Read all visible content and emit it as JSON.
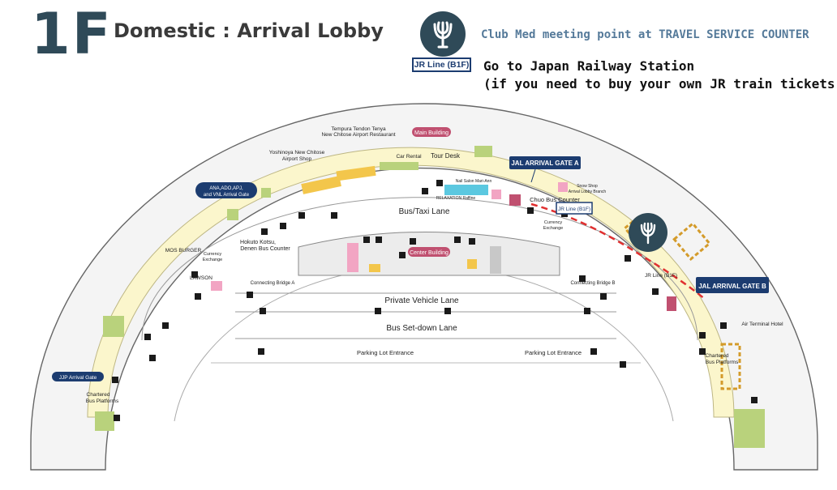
{
  "header": {
    "floor": "1F",
    "title": "Domestic : Arrival Lobby",
    "meeting_point": "Club Med meeting point at TRAVEL SERVICE COUNTER",
    "jr_badge": "JR Line (B1F)",
    "jr_instruction_1": "Go to Japan Railway Station",
    "jr_instruction_2": "(if you need to buy your own JR train tickets"
  },
  "colors": {
    "brand_navy": "#2f4a58",
    "callout_navy": "#1c3c70",
    "building_pink": "#c05070",
    "shop_yellow": "#f3c64b",
    "shop_green": "#b9d27c",
    "relax_blue": "#5bc8e0",
    "route_red": "#e03030"
  },
  "map": {
    "labels": {
      "main_building": "Main Building",
      "center_building": "Center Building",
      "jal_gate_a": "JAL ARRIVAL GATE A",
      "jal_gate_b": "JAL ARRIVAL GATE B",
      "ana_gate_1": "ANA,ADO,APJ,",
      "ana_gate_2": "and VNL Arrival Gate",
      "jjp_gate": "JJP Arrival Gate",
      "tempura_1": "Tempura Tendon Tenya",
      "tempura_2": "New Chitose Airport Restaurant",
      "yoshinoya_1": "Yoshinoya New Chitose",
      "yoshinoya_2": "Airport Shop",
      "car_rental": "Car Rental",
      "tour_desk": "Tour Desk",
      "nail_salon": "Nail Salon Mari-Ann",
      "relaxation": "RELAXATION Raffine",
      "snow_shop_1": "Snow Shop",
      "snow_shop_2": "Arrival Lobby Branch",
      "chuo_bus": "Chuo Bus Counter",
      "jr_line_upper": "JR Line (B1F)",
      "jr_line_lower": "JR Line (B1F)",
      "currency_right_1": "Currency",
      "currency_right_2": "Exchange",
      "currency_left_1": "Currency",
      "currency_left_2": "Exchange",
      "bus_taxi_lane": "Bus/Taxi Lane",
      "private_vehicle_lane": "Private Vehicle Lane",
      "bus_setdown_lane": "Bus Set-down Lane",
      "parking_left": "Parking Lot Entrance",
      "parking_right": "Parking Lot Entrance",
      "bridge_a": "Connecting Bridge A",
      "bridge_b": "Connecting Bridge B",
      "mos_burger": "MOS BURGER",
      "lawson": "LAWSON",
      "hokuto_1": "Hokuto Kotsu,",
      "hokuto_2": "Denen Bus Counter",
      "air_terminal_hotel": "Air Terminal Hotel",
      "chartered_left_1": "Chartered",
      "chartered_left_2": "Bus Platforms",
      "chartered_right_1": "Chartered",
      "chartered_right_2": "Bus Platforms"
    }
  }
}
